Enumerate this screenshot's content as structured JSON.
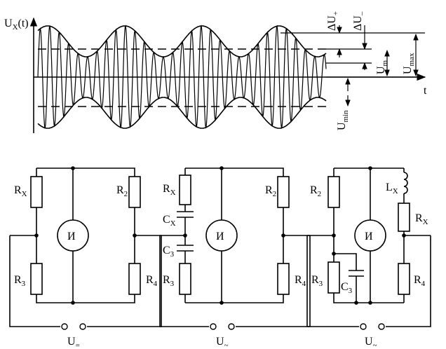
{
  "waveform": {
    "y_axis_label": "U",
    "y_axis_sub": "X",
    "y_axis_arg": "(t)",
    "x_axis_label": "t",
    "labels": {
      "delta_plus": "ΔU",
      "delta_plus_sub": "+",
      "delta_minus": "ΔU",
      "delta_minus_sub": "–",
      "u_m": "U",
      "u_m_sub": "m",
      "u_max": "U",
      "u_max_sub": "max",
      "u_min": "U",
      "u_min_sub": "min"
    }
  },
  "circuits": [
    {
      "top_left": {
        "name": "R",
        "sub": "X"
      },
      "top_right": {
        "name": "R",
        "sub": "2"
      },
      "bottom_left": {
        "name": "R",
        "sub": "3"
      },
      "bottom_right": {
        "name": "R",
        "sub": "4"
      },
      "meter": "И",
      "source": {
        "name": "U",
        "sub": "="
      }
    },
    {
      "top_left": {
        "name": "R",
        "sub": "X"
      },
      "cap_top": {
        "name": "C",
        "sub": "X"
      },
      "cap_bottom": {
        "name": "C",
        "sub": "3"
      },
      "top_right": {
        "name": "R",
        "sub": "2"
      },
      "bottom_left": {
        "name": "R",
        "sub": "3"
      },
      "bottom_right": {
        "name": "R",
        "sub": "4"
      },
      "meter": "И",
      "source": {
        "name": "U",
        "sub": "~"
      }
    },
    {
      "top_left": {
        "name": "R",
        "sub": "2"
      },
      "inductor": {
        "name": "L",
        "sub": "X"
      },
      "top_right": {
        "name": "R",
        "sub": "X"
      },
      "bottom_left": {
        "name": "R",
        "sub": "3"
      },
      "cap": {
        "name": "C",
        "sub": "3"
      },
      "bottom_right": {
        "name": "R",
        "sub": "4"
      },
      "meter": "И",
      "source": {
        "name": "U",
        "sub": "~"
      }
    }
  ]
}
